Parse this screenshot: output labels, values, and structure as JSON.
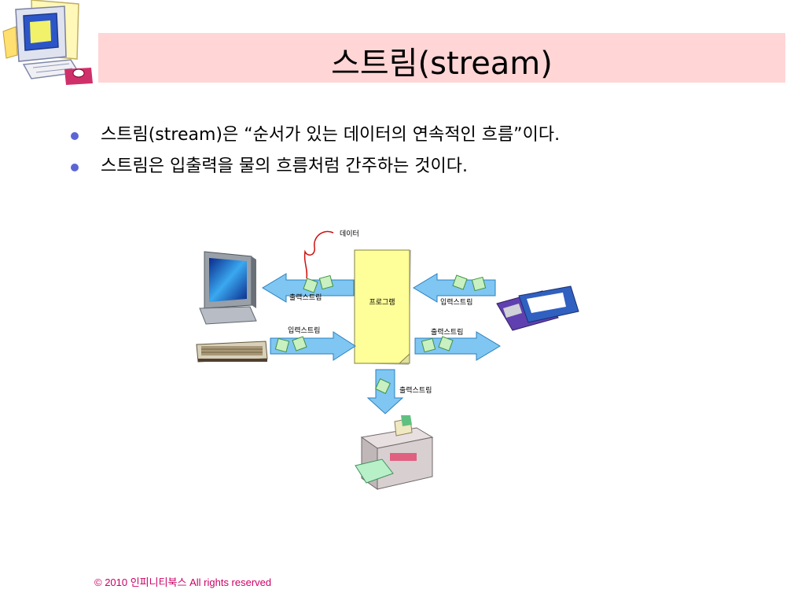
{
  "slide": {
    "title": "스트림(stream)",
    "bullets": [
      "스트림(stream)은 “순서가 있는 데이터의 연속적인 흐름”이다.",
      "스트림은 입출력을 물의 흐름처럼 간주하는 것이다."
    ]
  },
  "diagram": {
    "data_label": "데이터",
    "program_label": "프로그램",
    "monitor_output": "출력스트림",
    "keyboard_input": "입력스트림",
    "disk_input": "입력스트림",
    "disk_output": "출력스트림",
    "printer_output": "출력스트림"
  },
  "footer": {
    "copyright": "© 2010 인피니티북스  All rights reserved"
  },
  "colors": {
    "title_bg": "#ffd5d5",
    "bullet": "#5b66d6",
    "arrow": "#7fc6f2",
    "packet": "#c8f0c0",
    "program_box": "#ffff99",
    "footer_text": "#cc0066"
  }
}
